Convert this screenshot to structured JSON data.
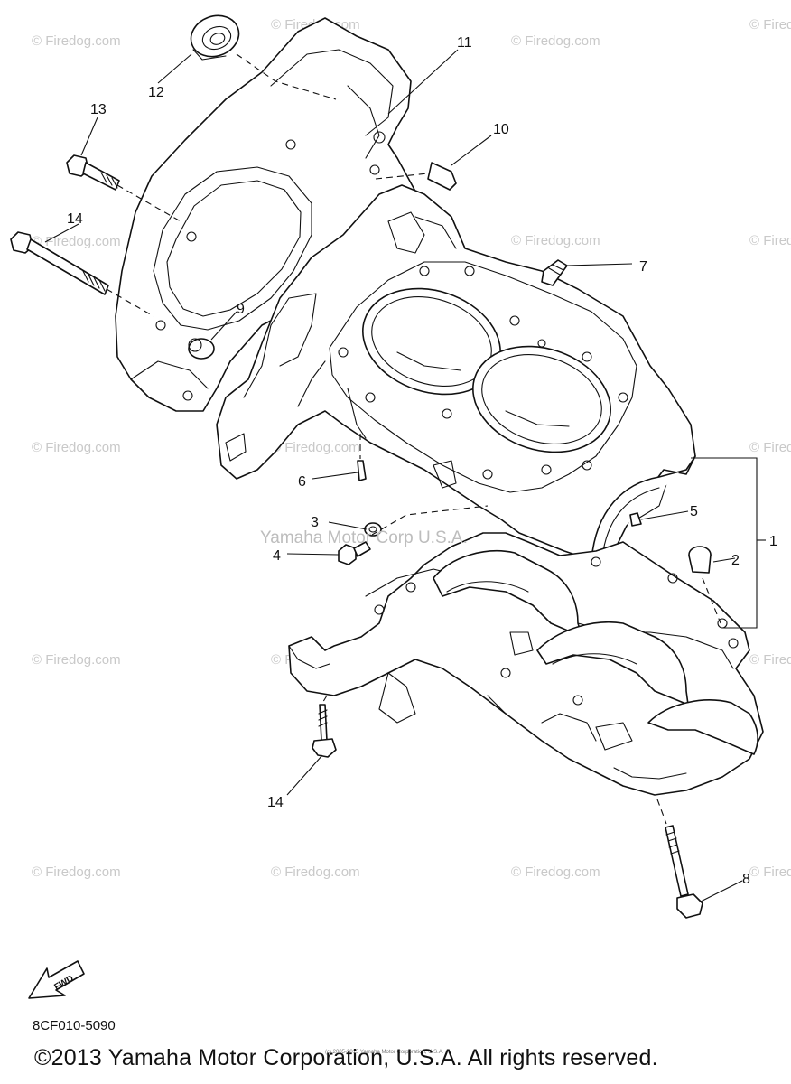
{
  "diagram": {
    "part_code": "8CF010-5090",
    "copyright": "©2013 Yamaha Motor Corporation, U.S.A. All rights reserved.",
    "small_copyright": "(c) 2005-2015 Yamaha Motor Corporation, U.S.A.",
    "center_watermark": "Yamaha Motor Corp U.S.A.",
    "fwd_label": "FWD",
    "watermark_text": "© Firedog.com",
    "callouts": [
      "1",
      "2",
      "3",
      "4",
      "5",
      "6",
      "7",
      "8",
      "9",
      "10",
      "11",
      "12",
      "13",
      "14",
      "14"
    ]
  }
}
